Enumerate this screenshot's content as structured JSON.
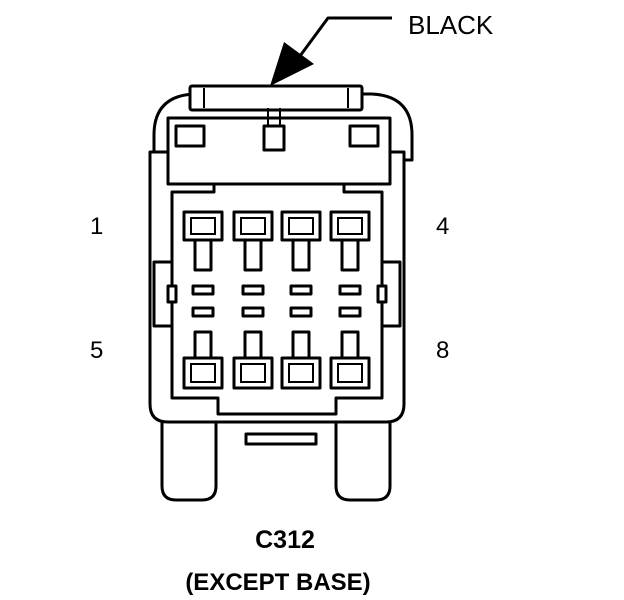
{
  "callout": {
    "color_label": "BLACK"
  },
  "connector": {
    "id": "C312",
    "note": "(EXCEPT BASE)",
    "pin_labels": {
      "top_left": "1",
      "top_right": "4",
      "bottom_left": "5",
      "bottom_right": "8"
    }
  }
}
